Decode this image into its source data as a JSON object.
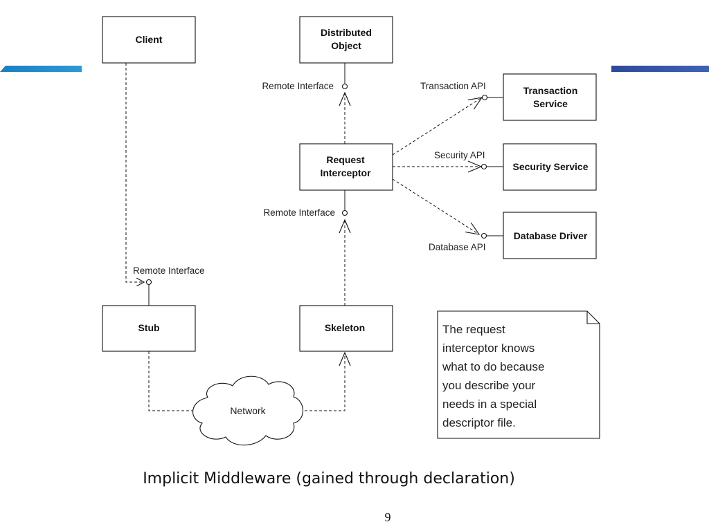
{
  "diagram": {
    "boxes": {
      "client": [
        "Client"
      ],
      "distributed_object": [
        "Distributed",
        "Object"
      ],
      "transaction_service": [
        "Transaction",
        "Service"
      ],
      "request_interceptor": [
        "Request",
        "Interceptor"
      ],
      "security_service": [
        "Security Service"
      ],
      "database_driver": [
        "Database Driver"
      ],
      "stub": [
        "Stub"
      ],
      "skeleton": [
        "Skeleton"
      ]
    },
    "interfaces": {
      "distributed_object_remote": "Remote Interface",
      "interceptor_remote": "Remote Interface",
      "stub_remote": "Remote Interface",
      "transaction_api": "Transaction API",
      "security_api": "Security API",
      "database_api": "Database API"
    },
    "network_label": "Network",
    "note_lines": [
      "The request",
      "interceptor knows",
      "what to do because",
      "you describe your",
      "needs in a special",
      "descriptor file."
    ]
  },
  "caption": "Implicit Middleware (gained through declaration)",
  "page_number": "9",
  "colors": {
    "accent_left": "#1a7fc4",
    "accent_right": "#2d4a9a",
    "line": "#111111"
  }
}
